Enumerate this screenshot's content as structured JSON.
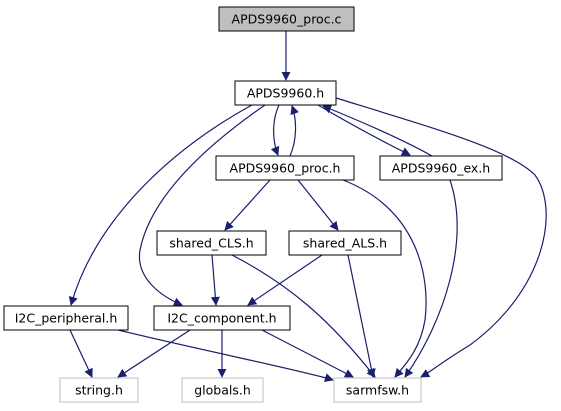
{
  "colors": {
    "edge": "#1a1f6e",
    "node_border": "#000000",
    "node_fill": "#ffffff",
    "root_fill": "#bfbfbf",
    "missing_border": "#bfbfbf",
    "label": "#000000"
  },
  "nodes": [
    {
      "id": "proc_c",
      "label": "APDS9960_proc.c",
      "kind": "root"
    },
    {
      "id": "apds_h",
      "label": "APDS9960.h",
      "kind": "normal"
    },
    {
      "id": "proc_h",
      "label": "APDS9960_proc.h",
      "kind": "normal"
    },
    {
      "id": "ex_h",
      "label": "APDS9960_ex.h",
      "kind": "normal"
    },
    {
      "id": "cls_h",
      "label": "shared_CLS.h",
      "kind": "normal"
    },
    {
      "id": "als_h",
      "label": "shared_ALS.h",
      "kind": "normal"
    },
    {
      "id": "i2cp_h",
      "label": "I2C_peripheral.h",
      "kind": "normal"
    },
    {
      "id": "i2cc_h",
      "label": "I2C_component.h",
      "kind": "normal"
    },
    {
      "id": "string_h",
      "label": "string.h",
      "kind": "missing"
    },
    {
      "id": "globals_h",
      "label": "globals.h",
      "kind": "missing"
    },
    {
      "id": "sarmfsw_h",
      "label": "sarmfsw.h",
      "kind": "missing"
    }
  ],
  "edges": [
    {
      "from": "proc_c",
      "to": "apds_h"
    },
    {
      "from": "apds_h",
      "to": "proc_h"
    },
    {
      "from": "proc_h",
      "to": "apds_h"
    },
    {
      "from": "apds_h",
      "to": "ex_h"
    },
    {
      "from": "ex_h",
      "to": "apds_h"
    },
    {
      "from": "apds_h",
      "to": "i2cp_h"
    },
    {
      "from": "apds_h",
      "to": "i2cc_h"
    },
    {
      "from": "apds_h",
      "to": "sarmfsw_h"
    },
    {
      "from": "proc_h",
      "to": "cls_h"
    },
    {
      "from": "proc_h",
      "to": "als_h"
    },
    {
      "from": "proc_h",
      "to": "sarmfsw_h"
    },
    {
      "from": "ex_h",
      "to": "sarmfsw_h"
    },
    {
      "from": "cls_h",
      "to": "i2cc_h"
    },
    {
      "from": "cls_h",
      "to": "sarmfsw_h"
    },
    {
      "from": "als_h",
      "to": "i2cc_h"
    },
    {
      "from": "als_h",
      "to": "sarmfsw_h"
    },
    {
      "from": "i2cp_h",
      "to": "string_h"
    },
    {
      "from": "i2cp_h",
      "to": "sarmfsw_h"
    },
    {
      "from": "i2cc_h",
      "to": "string_h"
    },
    {
      "from": "i2cc_h",
      "to": "globals_h"
    },
    {
      "from": "i2cc_h",
      "to": "sarmfsw_h"
    }
  ]
}
